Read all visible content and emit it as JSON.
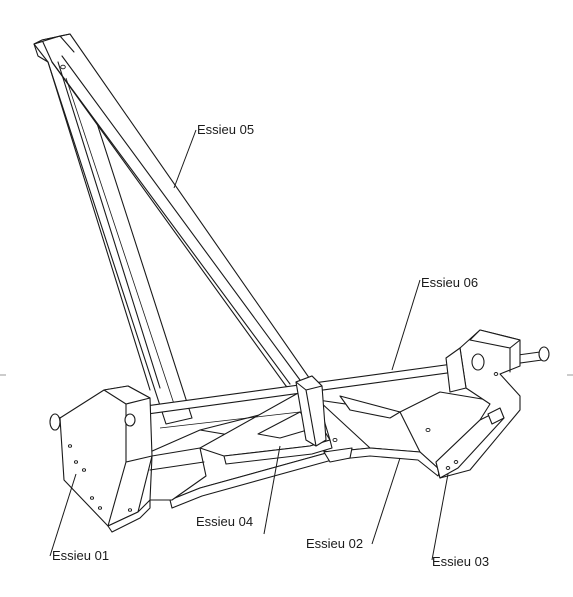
{
  "labels": {
    "essieu_01": "Essieu 01",
    "essieu_02": "Essieu 02",
    "essieu_03": "Essieu 03",
    "essieu_04": "Essieu 04",
    "essieu_05": "Essieu 05",
    "essieu_06": "Essieu 06"
  }
}
